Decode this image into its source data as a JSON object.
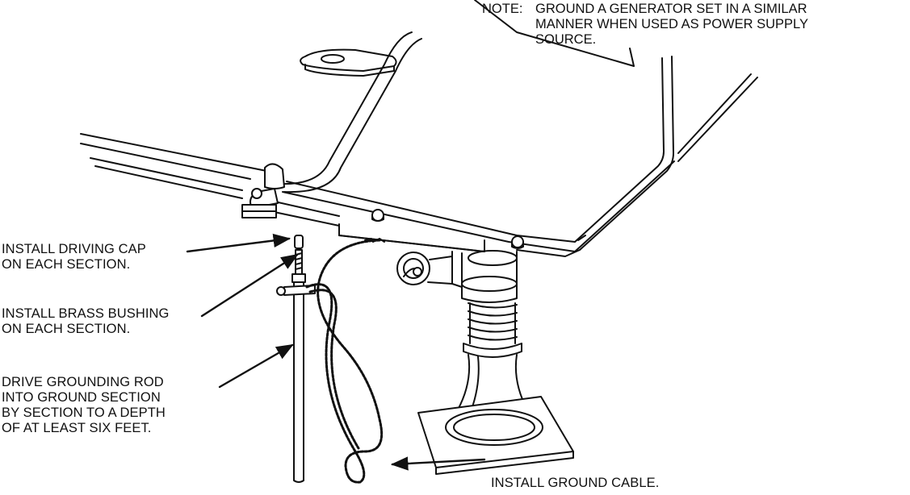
{
  "note": {
    "prefix": "NOTE:",
    "lines": [
      "GROUND A GENERATOR SET IN A SIMILAR",
      "MANNER WHEN USED AS POWER SUPPLY",
      "SOURCE."
    ]
  },
  "callouts": {
    "driving_cap": [
      "INSTALL DRIVING CAP",
      "ON EACH SECTION."
    ],
    "brass_bushing": [
      "INSTALL BRASS BUSHING",
      "ON EACH SECTION."
    ],
    "grounding_rod": [
      "DRIVE GROUNDING ROD",
      "INTO GROUND SECTION",
      "BY SECTION TO A DEPTH",
      "OF AT LEAST SIX FEET."
    ],
    "ground_cable": [
      "INSTALL GROUND CABLE."
    ]
  },
  "colors": {
    "ink": "#111111",
    "background": "#ffffff"
  }
}
